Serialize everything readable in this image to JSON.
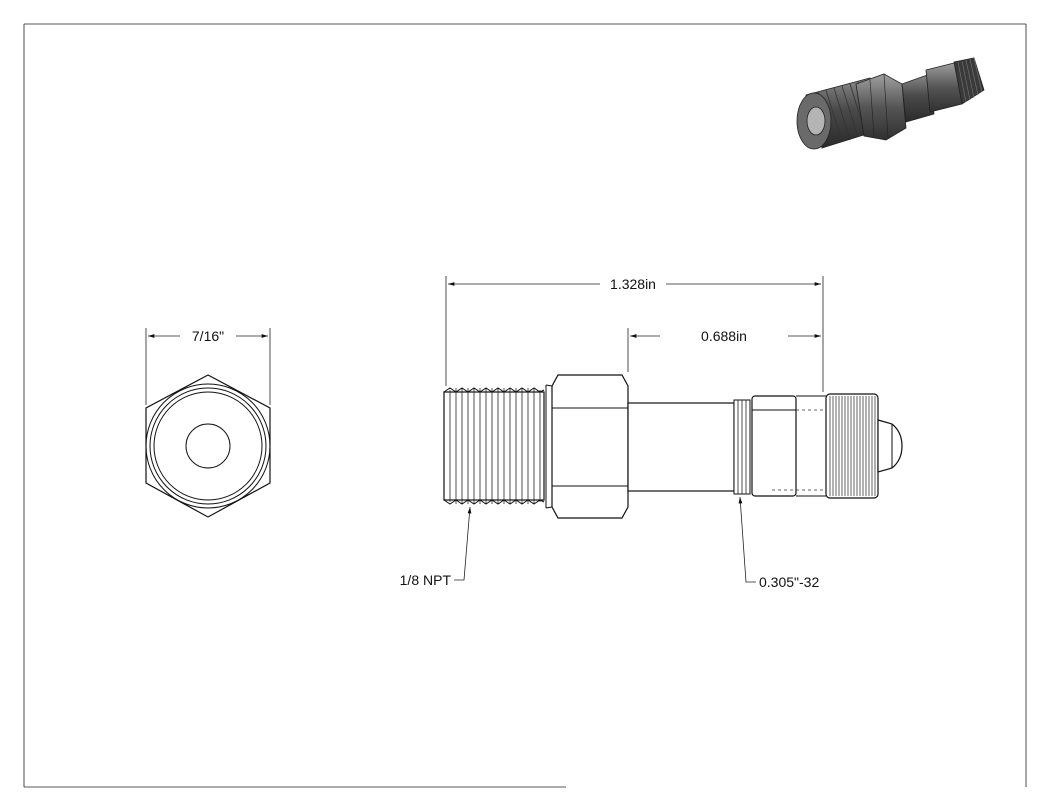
{
  "dimensions": {
    "overall_length": "1.328in",
    "stem_length": "0.688in",
    "hex_size": "7/16\"",
    "pipe_thread": "1/8 NPT",
    "valve_thread": "0.305\"-32"
  },
  "colors": {
    "line": "#111111",
    "iso_body": "#4a4a4a",
    "iso_highlight": "#9a9a9a",
    "iso_dark": "#2a2a2a"
  }
}
